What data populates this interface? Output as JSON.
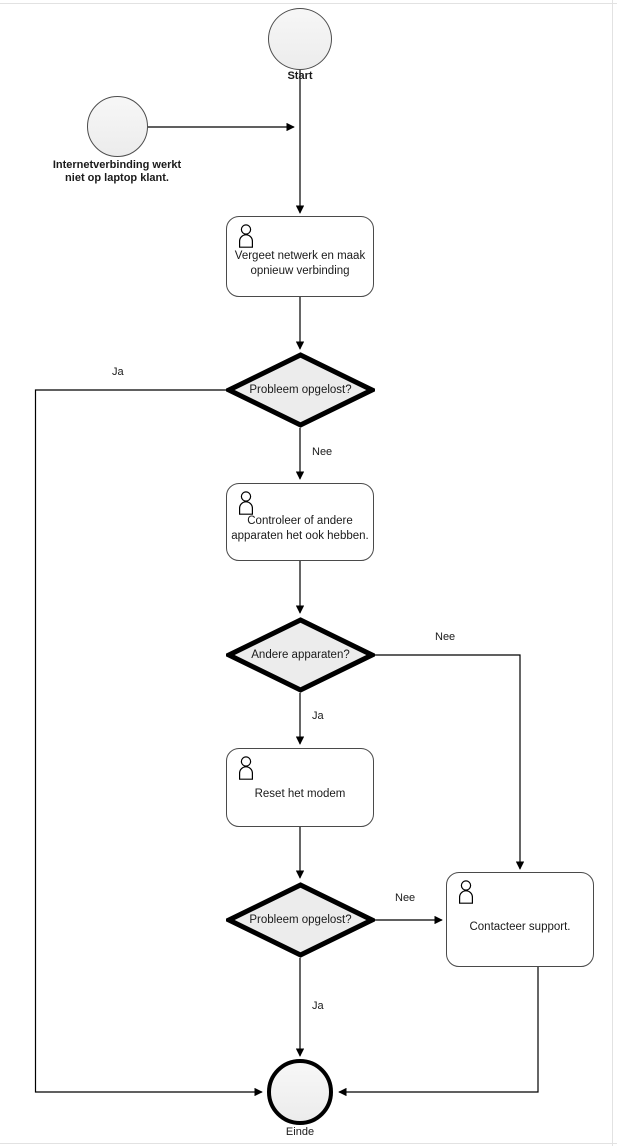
{
  "diagram": {
    "type": "flowchart",
    "language": "nl",
    "colors": {
      "node_fill": "#ffffff",
      "circle_fill": "#efefef",
      "diamond_fill": "#ececec",
      "stroke": "#000000",
      "text": "#1a1a1a",
      "canvas": "#ffffff"
    },
    "nodes": {
      "start": {
        "caption": "Start",
        "shape": "circle"
      },
      "note": {
        "caption_line1": "Internetverbinding werkt",
        "caption_line2": "niet op laptop klant.",
        "shape": "circle"
      },
      "task1": {
        "label": "Vergeet netwerk en maak\nopnieuw verbinding",
        "icon": "actor-icon",
        "shape": "rounded-rect"
      },
      "decision1": {
        "label": "Probleem opgelost?",
        "shape": "diamond"
      },
      "task2": {
        "label": "Controleer of andere\napparaten het ook hebben.",
        "icon": "actor-icon",
        "shape": "rounded-rect"
      },
      "decision2": {
        "label": "Andere apparaten?",
        "shape": "diamond"
      },
      "task3": {
        "label": "Reset het modem",
        "icon": "actor-icon",
        "shape": "rounded-rect"
      },
      "decision3": {
        "label": "Probleem opgelost?",
        "shape": "diamond"
      },
      "task4": {
        "label": "Contacteer support.",
        "icon": "actor-icon",
        "shape": "rounded-rect"
      },
      "end": {
        "caption": "Einde",
        "shape": "circle-thick"
      }
    },
    "edge_labels": {
      "d1_ja": "Ja",
      "d1_nee": "Nee",
      "d2_nee": "Nee",
      "d2_ja": "Ja",
      "d3_nee": "Nee",
      "d3_ja": "Ja"
    }
  }
}
